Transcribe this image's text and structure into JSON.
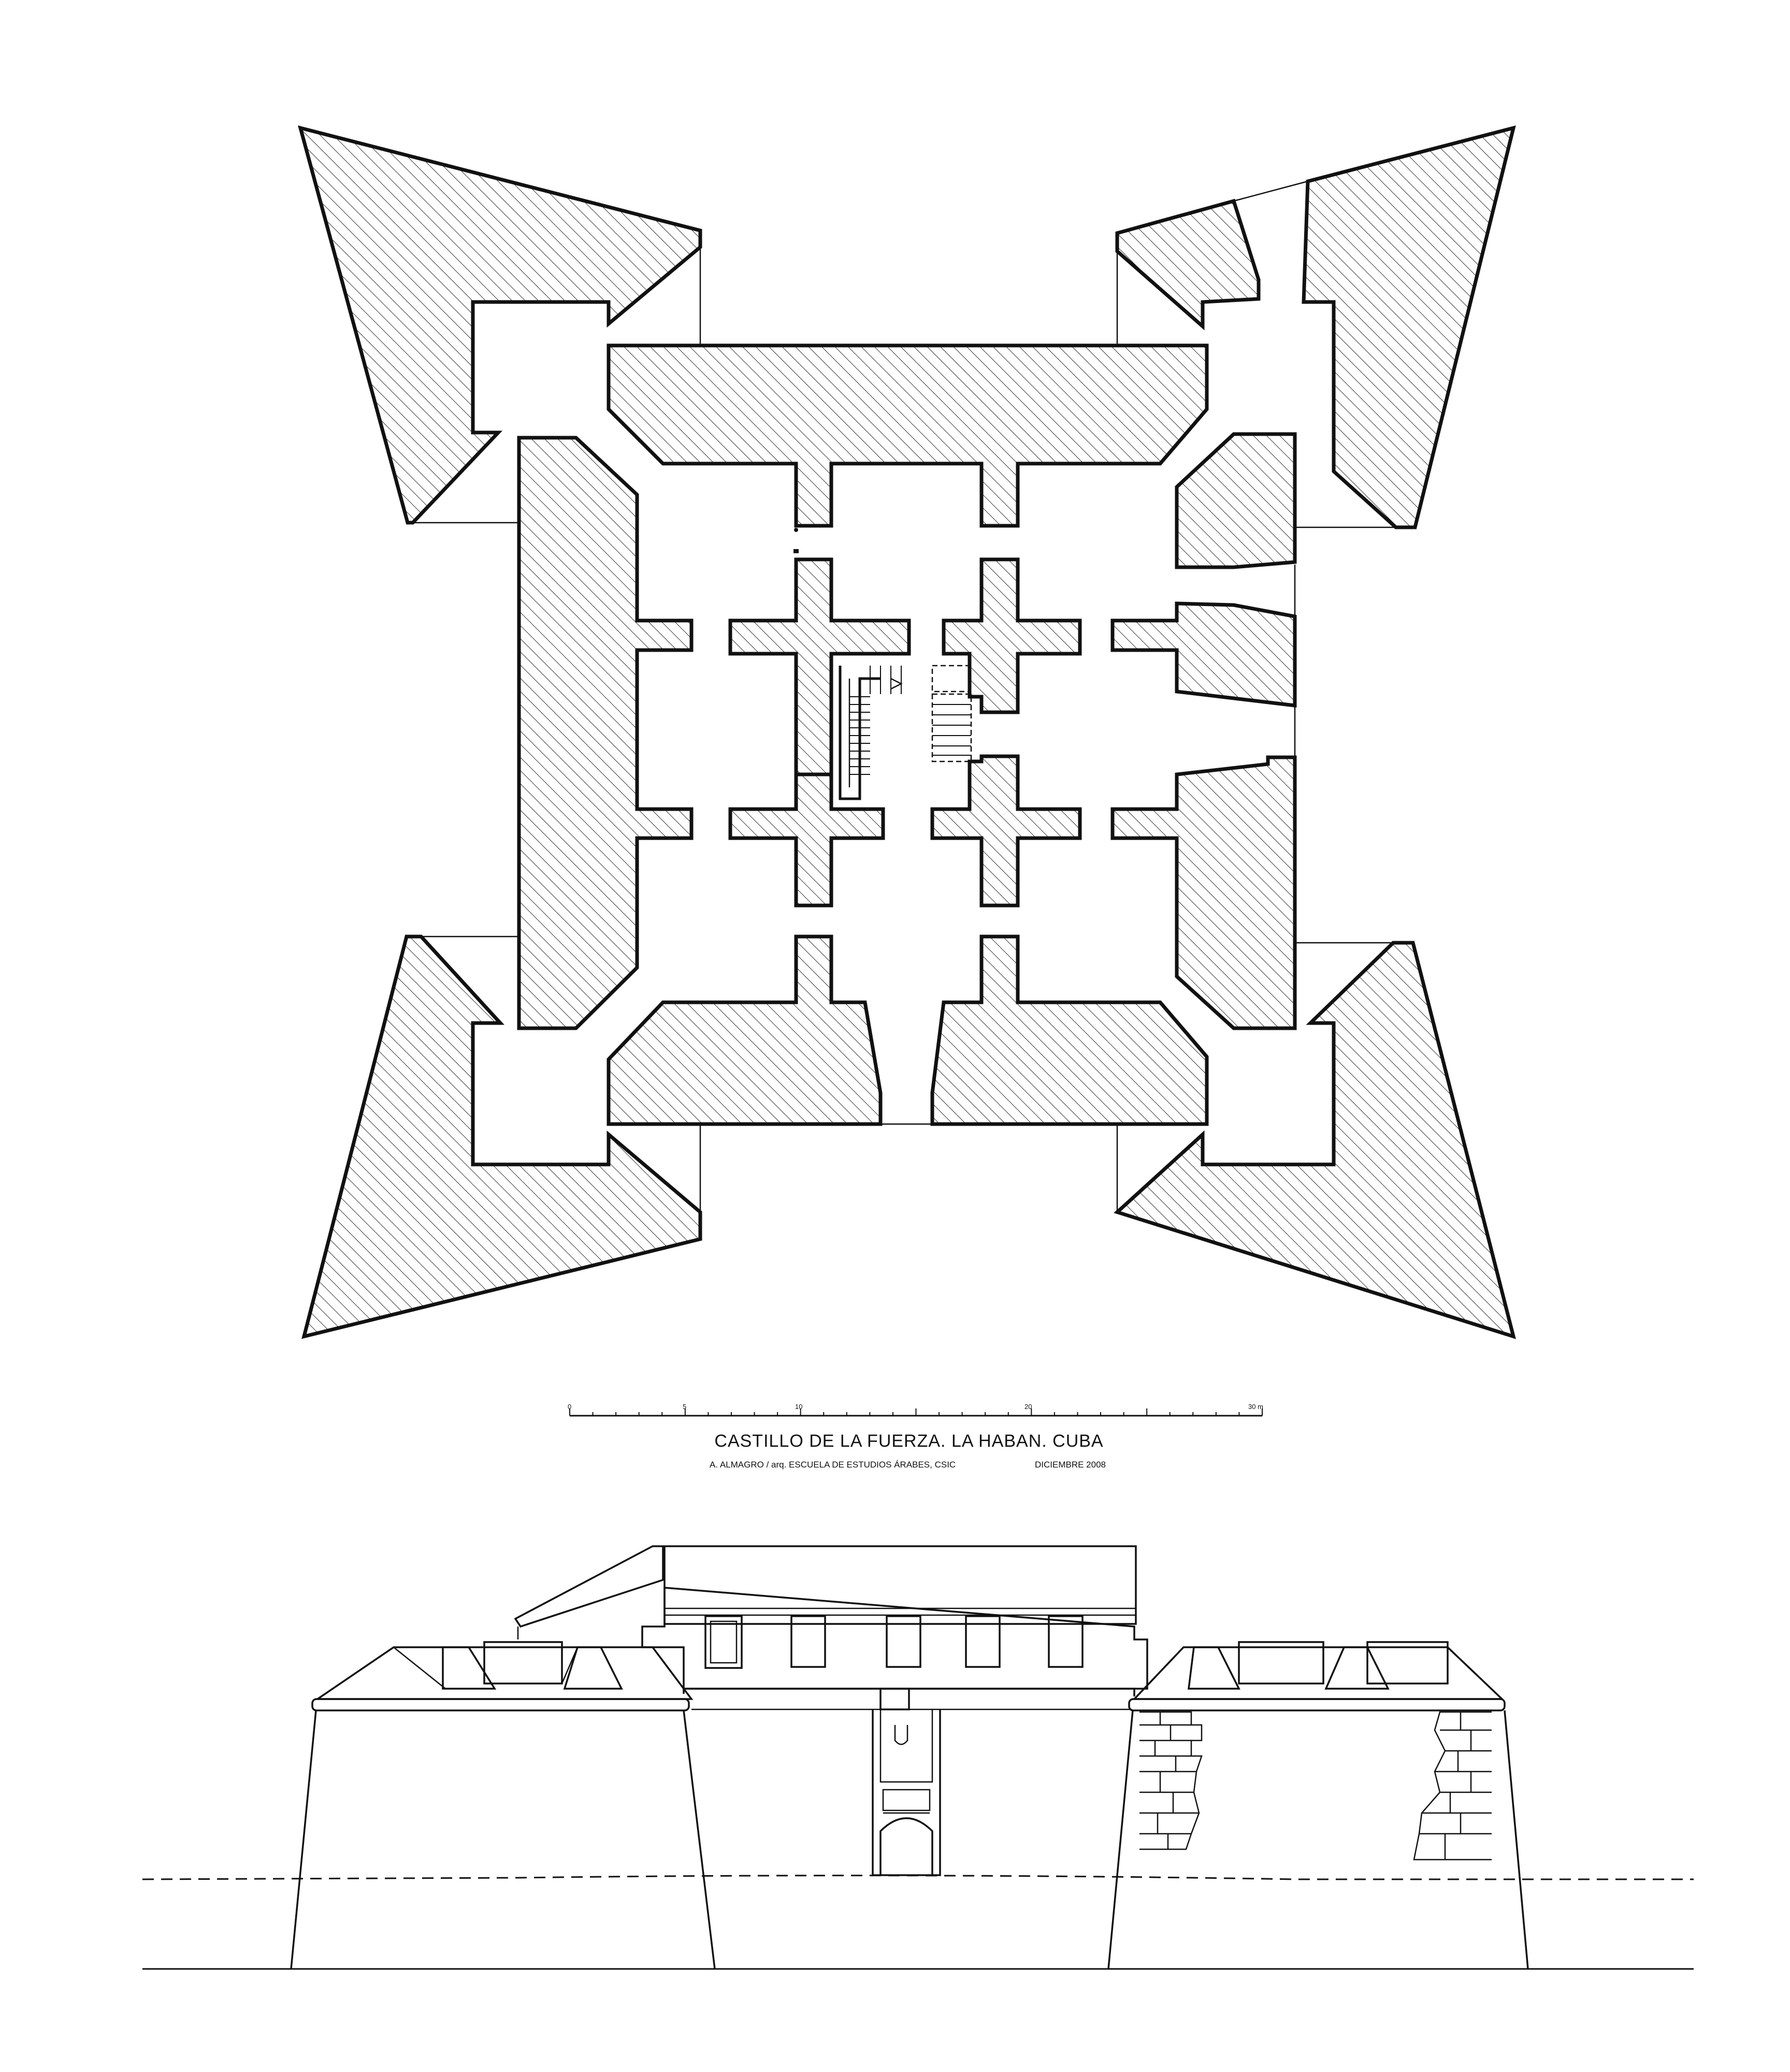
{
  "title": "CASTILLO DE LA FUERZA. LA HABAN. CUBA",
  "credit": "A. ALMAGRO / arq. ESCUELA DE ESTUDIOS ÁRABES, CSIC",
  "date": "DICIEMBRE 2008",
  "scale_bar": {
    "labels": [
      "0",
      "5",
      "10",
      "20",
      "30 m"
    ],
    "max_m": 30
  }
}
